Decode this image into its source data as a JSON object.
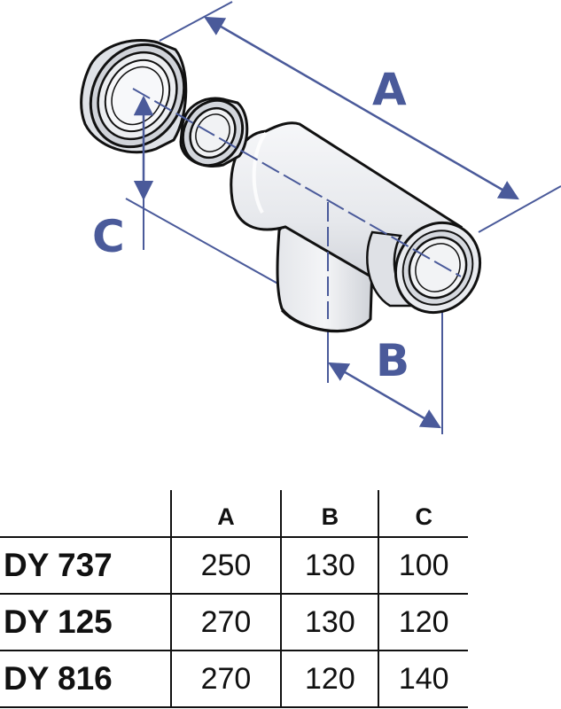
{
  "diagram": {
    "dimension_labels": {
      "a": "A",
      "b": "B",
      "c": "C"
    },
    "colors": {
      "dimension": "#4a5a9a",
      "outline": "#111111",
      "pipe_fill": "#ecedef",
      "pipe_shade": "#d9dbe0"
    }
  },
  "table": {
    "headers": [
      "",
      "A",
      "B",
      "C"
    ],
    "rows": [
      {
        "model": "DY 737",
        "a": "250",
        "b": "130",
        "c": "100"
      },
      {
        "model": "DY 125",
        "a": "270",
        "b": "130",
        "c": "120"
      },
      {
        "model": "DY 816",
        "a": "270",
        "b": "120",
        "c": "140"
      }
    ]
  }
}
